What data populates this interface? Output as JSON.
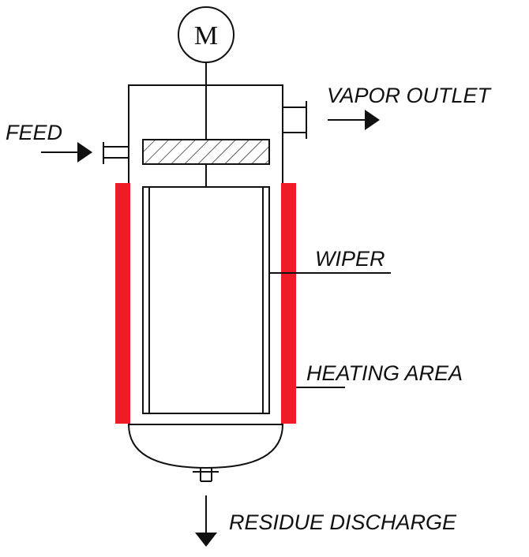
{
  "labels": {
    "motor": "M",
    "feed": "FEED",
    "vapor_outlet": "VAPOR OUTLET",
    "wiper": "WIPER",
    "heating_area": "HEATING AREA",
    "residue_discharge": "RESIDUE DISCHARGE"
  },
  "colors": {
    "heating_jacket": "#ee1c25",
    "line": "#111111",
    "background": "#ffffff"
  }
}
